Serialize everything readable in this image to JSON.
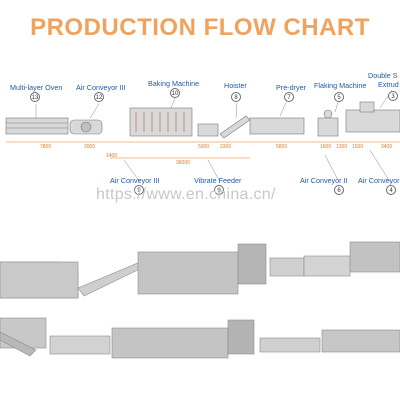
{
  "title": "PRODUCTION FLOW CHART",
  "watermark": "https://www.en.china.cn/",
  "steps": [
    {
      "no": "13",
      "label": "Multi-layer Oven"
    },
    {
      "no": "12",
      "label": "Air Conveyor III"
    },
    {
      "no": "10",
      "label": "Baking Machine"
    },
    {
      "no": "8",
      "label": "Hoister"
    },
    {
      "no": "7",
      "label": "Pre-dryer"
    },
    {
      "no": "5",
      "label": "Flaking Machine"
    },
    {
      "no": "3",
      "label": "Double S"
    },
    {
      "no": "",
      "label": "Extrud"
    },
    {
      "no": "9",
      "label": "Air Conveyor III"
    },
    {
      "no": "9",
      "label": "Vibrate Feeder"
    },
    {
      "no": "6",
      "label": "Air Conveyor II"
    },
    {
      "no": "4",
      "label": "Air Conveyor"
    }
  ],
  "dimensions": [
    "7800",
    "2000",
    "1400",
    "5000",
    "2300",
    "5800",
    "1600",
    "1300",
    "1500",
    "3400",
    "36000"
  ],
  "colors": {
    "title": "#f0a35e",
    "label": "#1e5aa8",
    "dimension": "#e07b26",
    "machine": "#9a9a9a"
  }
}
